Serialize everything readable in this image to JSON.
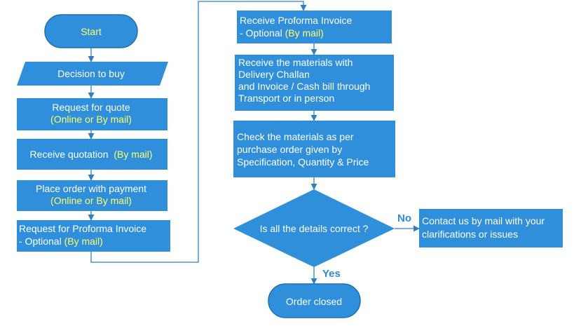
{
  "colors": {
    "box": "#2f8fdb",
    "box_border": "#1f6fb0",
    "line": "#2f7fc7",
    "highlight": "#ffff66"
  },
  "nodes": {
    "start": "Start",
    "decision_to_buy": "Decision to buy",
    "request_quote": {
      "line1": "Request for quote",
      "line2": "(Online or By mail)"
    },
    "receive_quotation": {
      "text": "Receive quotation  ",
      "highlight": "(By mail)"
    },
    "place_order": {
      "line1": "Place order with payment",
      "line2": "(Online or By mail)"
    },
    "request_proforma": {
      "line1": "Request for Proforma Invoice",
      "line2_prefix": "- Optional ",
      "line2_highlight": "(By mail)"
    },
    "receive_proforma": {
      "line1": "Receive Proforma Invoice",
      "line2_prefix": "- Optional ",
      "line2_highlight": "(By mail)"
    },
    "receive_materials": {
      "line1": "Receive the materials with",
      "line2": "Delivery Challan",
      "line3": "and Invoice / Cash bill through",
      "line4": "Transport or in person"
    },
    "check_materials": {
      "line1": "Check the materials as per",
      "line2": "purchase order given by",
      "line3": "Specification, Quantity & Price"
    },
    "decision_correct": "Is all the details correct ?",
    "contact_us": {
      "line1": "Contact us by mail with your",
      "line2": "clarifications or issues"
    },
    "order_closed": "Order closed"
  },
  "edge_labels": {
    "no": "No",
    "yes": "Yes"
  }
}
